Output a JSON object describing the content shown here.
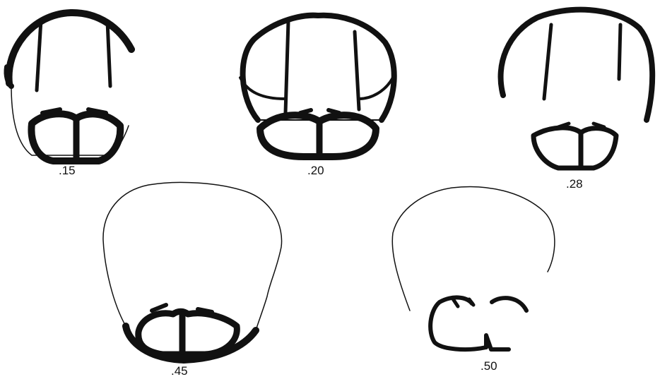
{
  "figure": {
    "sections": [
      {
        "label": ".15"
      },
      {
        "label": ".20"
      },
      {
        "label": ".28"
      },
      {
        "label": ".45"
      },
      {
        "label": ".50"
      }
    ]
  }
}
